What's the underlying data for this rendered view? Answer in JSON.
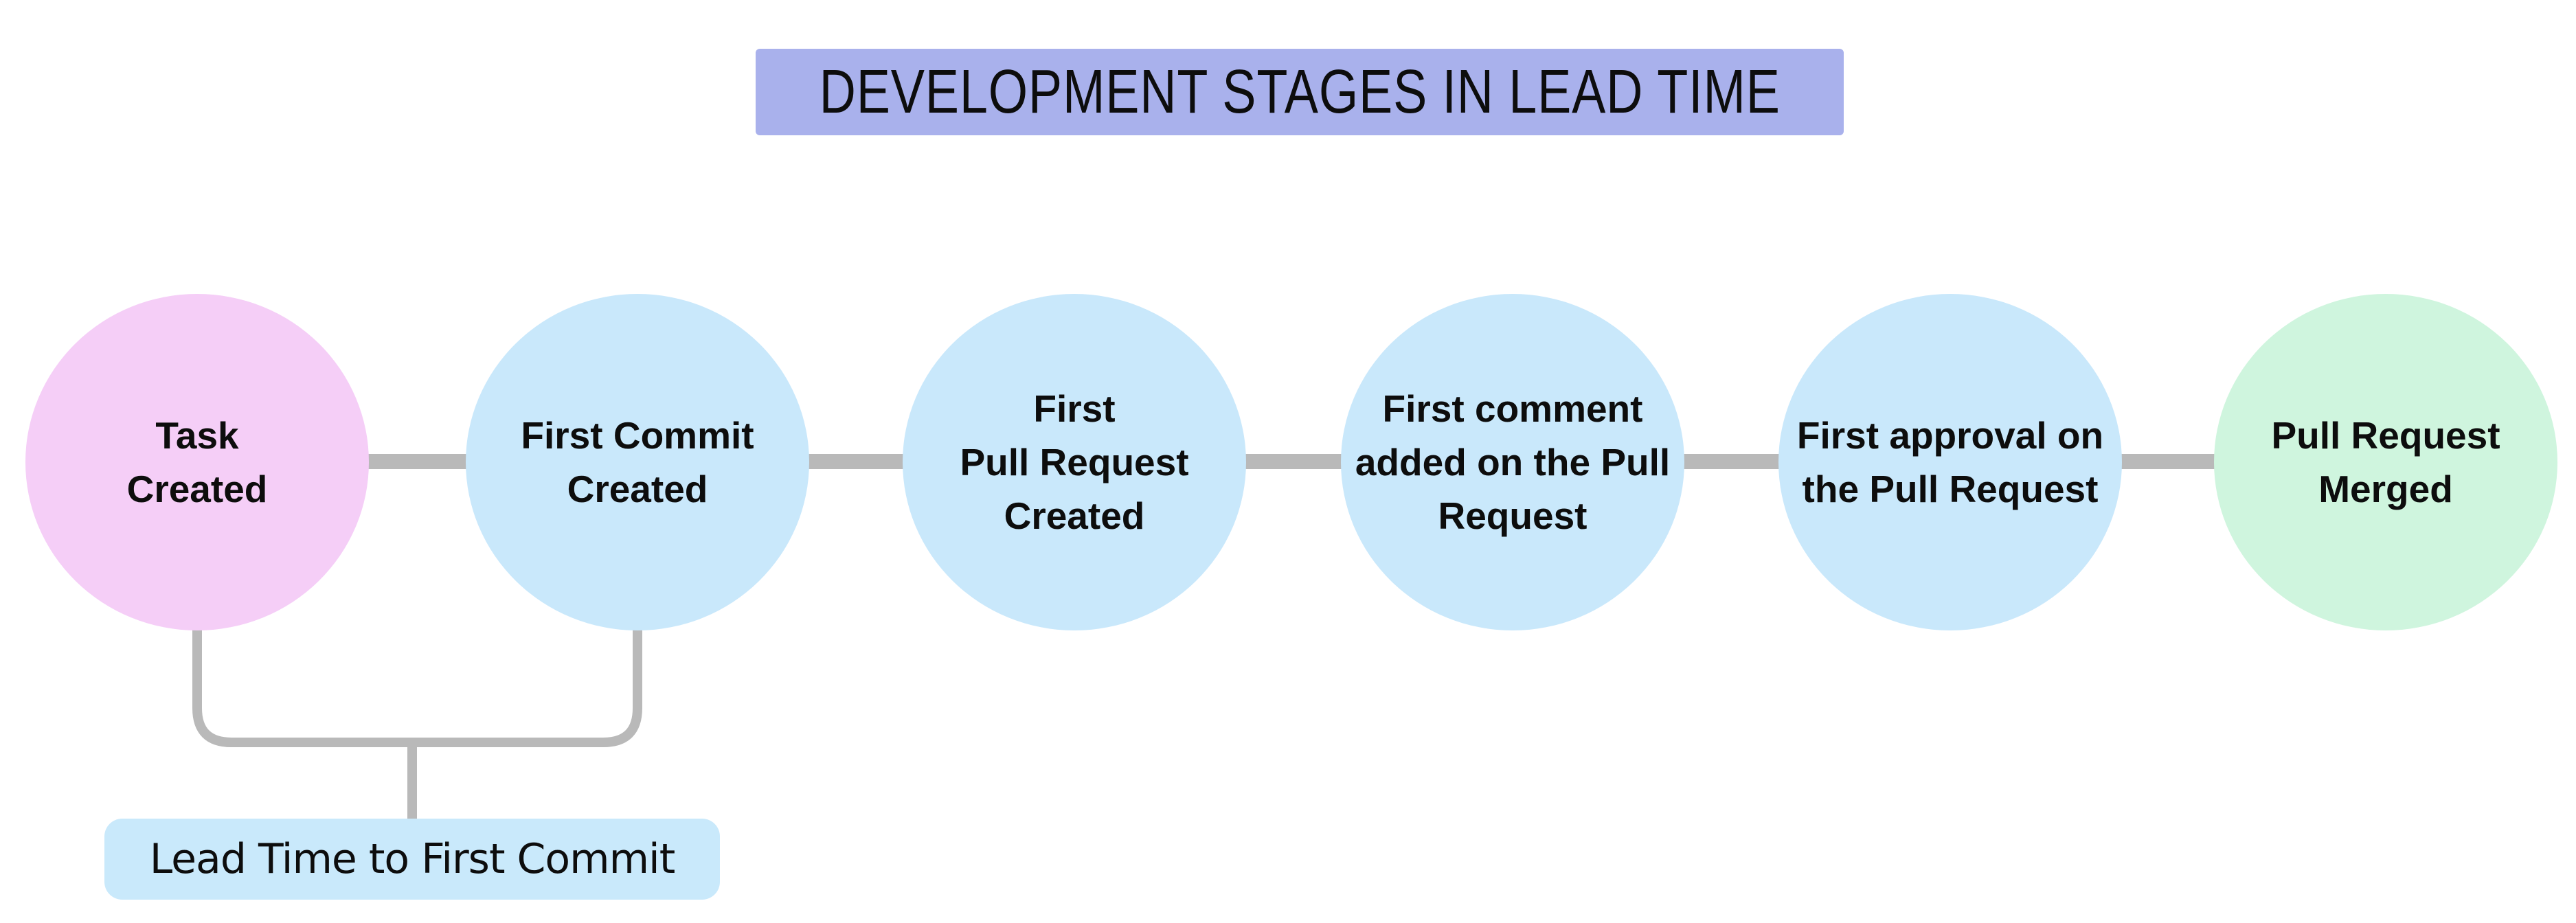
{
  "title": {
    "text": "DEVELOPMENT STAGES IN LEAD TIME",
    "bg": "#A9B1EC"
  },
  "stages": [
    {
      "id": "task-created",
      "lines": [
        "Task",
        "Created"
      ],
      "color": "#F5CEF7"
    },
    {
      "id": "first-commit-created",
      "lines": [
        "First Commit",
        "Created"
      ],
      "color": "#C9E8FB"
    },
    {
      "id": "first-pull-request-created",
      "lines": [
        "First",
        "Pull Request",
        "Created"
      ],
      "color": "#C9E8FB"
    },
    {
      "id": "first-comment-added",
      "lines": [
        "First comment",
        "added on the Pull",
        "Request"
      ],
      "color": "#C9E8FB"
    },
    {
      "id": "first-approval",
      "lines": [
        "First approval on",
        "the Pull Request"
      ],
      "color": "#C9E8FB"
    },
    {
      "id": "pull-request-merged",
      "lines": [
        "Pull Request",
        "Merged"
      ],
      "color": "#CFF5DE"
    }
  ],
  "annotation": {
    "label": "Lead Time to First Commit",
    "bg": "#C9E9FB",
    "spans_stages": [
      "task-created",
      "first-commit-created"
    ]
  },
  "colors": {
    "background": "#FFFFFF",
    "connector": "#B9B9B9",
    "text": "#0D0D0D"
  }
}
